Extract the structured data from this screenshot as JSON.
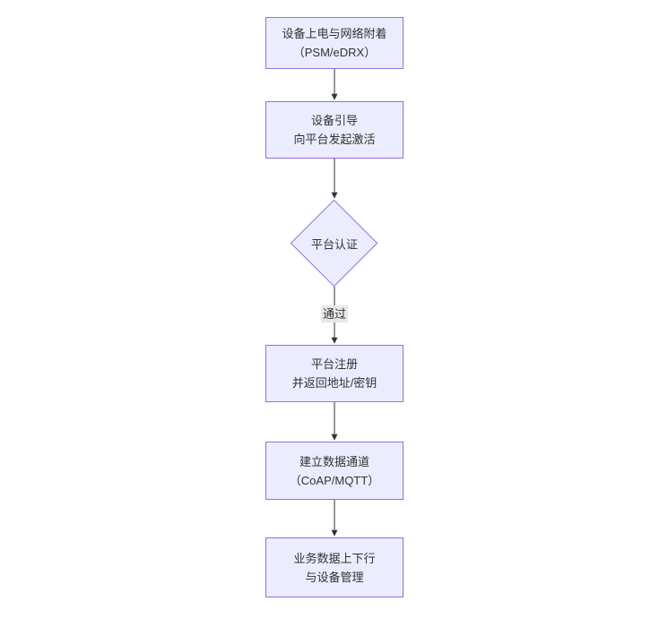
{
  "diagram": {
    "type": "flowchart-top-down",
    "colors": {
      "node_fill": "#ECECFF",
      "node_border": "#9370DB",
      "edge_color": "#333333",
      "text_color": "#333333",
      "edge_label_bg": "#e8e8e8",
      "canvas_bg": "#ffffff"
    },
    "nodes": [
      {
        "id": "power-attach",
        "shape": "rect",
        "lines": [
          "设备上电与网络附着",
          "（PSM/eDRX）"
        ]
      },
      {
        "id": "bootstrap",
        "shape": "rect",
        "lines": [
          "设备引导",
          "向平台发起激活"
        ]
      },
      {
        "id": "auth",
        "shape": "diamond",
        "lines": [
          "平台认证"
        ]
      },
      {
        "id": "register",
        "shape": "rect",
        "lines": [
          "平台注册",
          "并返回地址/密钥"
        ]
      },
      {
        "id": "channel",
        "shape": "rect",
        "lines": [
          "建立数据通道",
          "（CoAP/MQTT）"
        ]
      },
      {
        "id": "business",
        "shape": "rect",
        "lines": [
          "业务数据上下行",
          "与设备管理"
        ]
      }
    ],
    "edges": [
      {
        "from": "power-attach",
        "to": "bootstrap",
        "label": ""
      },
      {
        "from": "bootstrap",
        "to": "auth",
        "label": ""
      },
      {
        "from": "auth",
        "to": "register",
        "label": "通过"
      },
      {
        "from": "register",
        "to": "channel",
        "label": ""
      },
      {
        "from": "channel",
        "to": "business",
        "label": ""
      }
    ]
  }
}
